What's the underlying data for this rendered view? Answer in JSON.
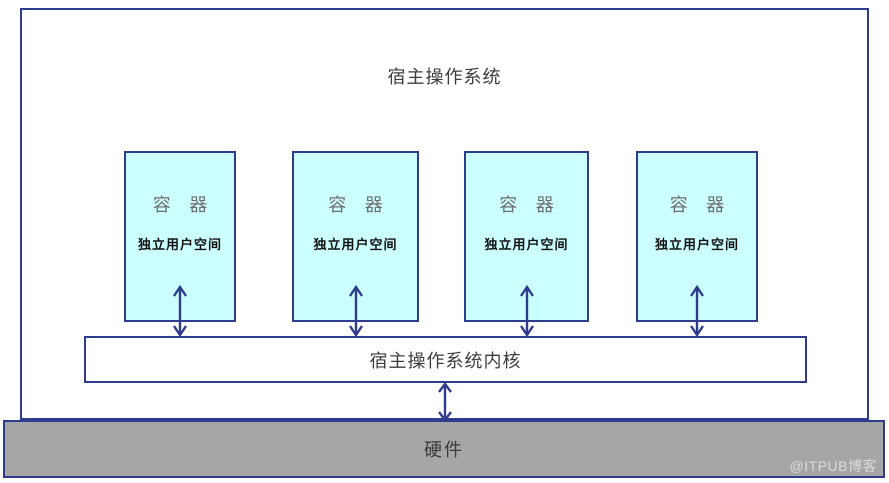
{
  "diagram": {
    "host_os_label": "宿主操作系统",
    "kernel_label": "宿主操作系统内核",
    "hardware_label": "硬件",
    "containers": [
      {
        "title": "容 器",
        "subtitle": "独立用户空间"
      },
      {
        "title": "容 器",
        "subtitle": "独立用户空间"
      },
      {
        "title": "容 器",
        "subtitle": "独立用户空间"
      },
      {
        "title": "容 器",
        "subtitle": "独立用户空间"
      }
    ],
    "watermark": "@ITPUB博客",
    "colors": {
      "border_navy": "#2F3C8E",
      "container_fill": "#CCFFFF",
      "kernel_fill": "#FFFFFF",
      "hardware_fill": "#A6A6A6",
      "arrow": "#2F3C8E",
      "title_text": "#3D3D3D",
      "container_title_text": "#6E6E6E",
      "container_subtitle_text": "#111111",
      "watermark_text": "#D9D9D9"
    }
  }
}
